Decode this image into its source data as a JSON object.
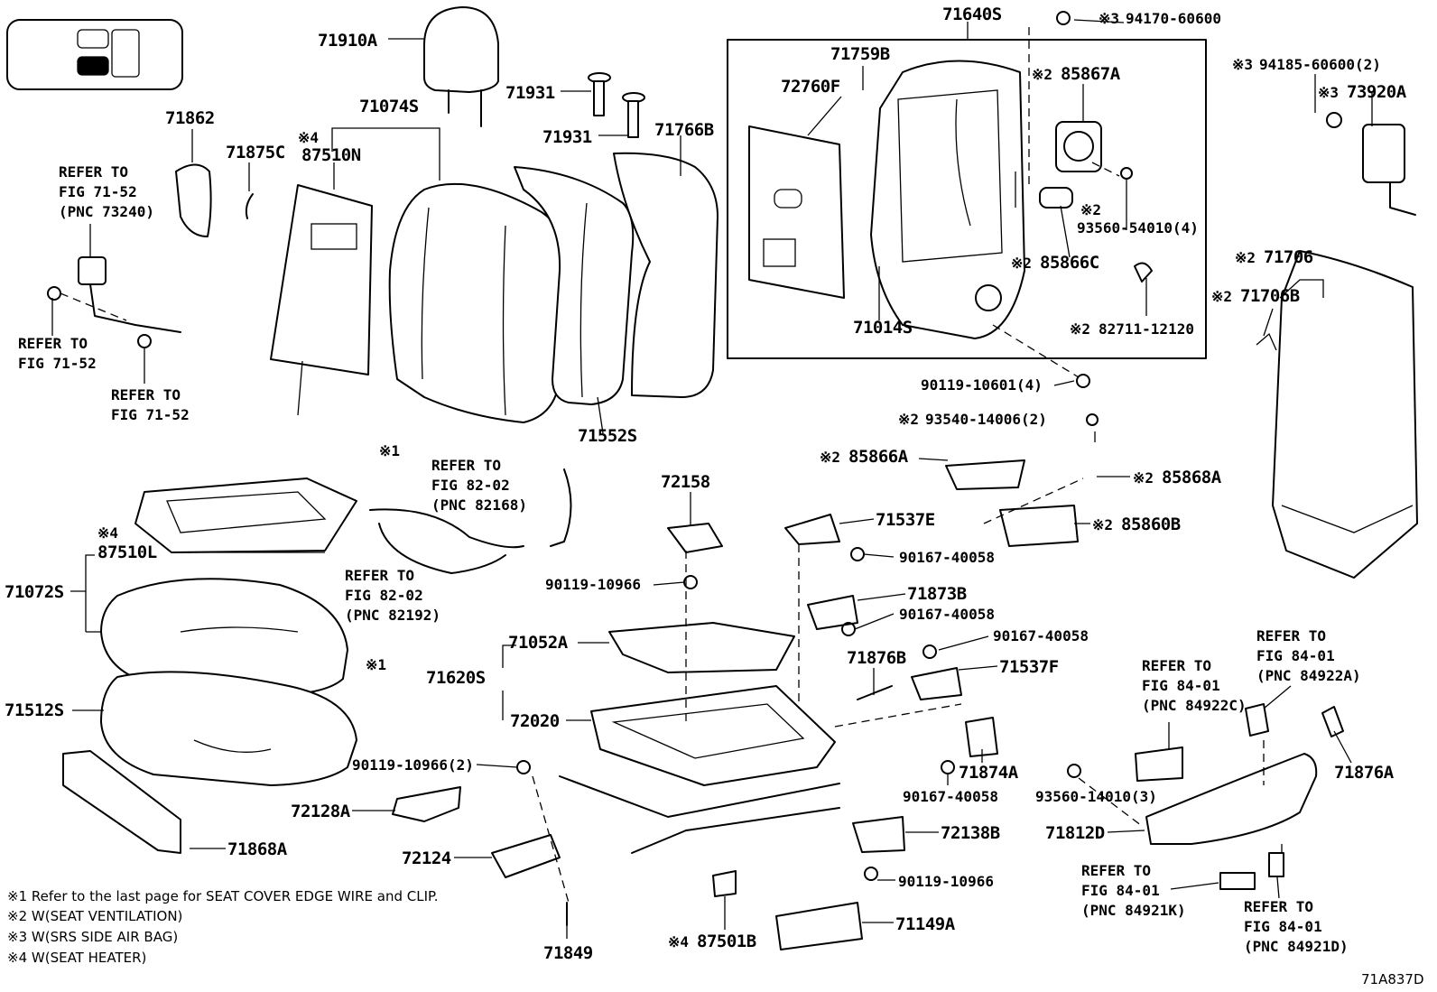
{
  "part_labels": {
    "p71910A": "71910A",
    "p71931a": "71931",
    "p71931b": "71931",
    "p71766B": "71766B",
    "p71074S": "71074S",
    "p87510N": "87510N",
    "p71862": "71862",
    "p71875C": "71875C",
    "p71552S": "71552S",
    "p71640S": "71640S",
    "p71759B": "71759B",
    "p72760F": "72760F",
    "p85867A": "85867A",
    "p85866C": "85866C",
    "p71014S": "71014S",
    "p73920A": "73920A",
    "p71706": "71706",
    "p71706B": "71706B",
    "p85866A": "85866A",
    "p85868A": "85868A",
    "p85860B": "85860B",
    "p72158": "72158",
    "p71537E": "71537E",
    "p71873B": "71873B",
    "p71876B": "71876B",
    "p71537F": "71537F",
    "p71874A": "71874A",
    "p87510L": "87510L",
    "p71072S": "71072S",
    "p71052A": "71052A",
    "p71620S": "71620S",
    "p72020": "72020",
    "p71512S": "71512S",
    "p72128A": "72128A",
    "p72124": "72124",
    "p71868A": "71868A",
    "p72138B": "72138B",
    "p71812D": "71812D",
    "p71876A": "71876A",
    "p71149A": "71149A",
    "p87501B": "87501B",
    "p71849": "71849"
  },
  "fastener_labels": {
    "f9417060600": "94170-60600",
    "f9418560600": "94185-60600(2)",
    "f9356054010": "93560-54010(4)",
    "f8271112120": "82711-12120",
    "f9011910601": "90119-10601(4)",
    "f9354014006": "93540-14006(2)",
    "f9016740058a": "90167-40058",
    "f9016740058b": "90167-40058",
    "f9016740058c": "90167-40058",
    "f9016740058d": "90167-40058",
    "f9011910966a": "90119-10966",
    "f9011910966b": "90119-10966(2)",
    "f9011910966c": "90119-10966",
    "f9356014010": "93560-14010(3)"
  },
  "marks": {
    "m1": "※1",
    "m2": "※2",
    "m3": "※3",
    "m4": "※4"
  },
  "references": {
    "r1": [
      "REFER TO",
      "FIG 71-52",
      "(PNC 73240)"
    ],
    "r2": [
      "REFER TO",
      "FIG 71-52"
    ],
    "r3": [
      "REFER TO",
      "FIG 71-52"
    ],
    "r4": [
      "REFER TO",
      "FIG 82-02",
      "(PNC 82168)"
    ],
    "r5": [
      "REFER TO",
      "FIG 82-02",
      "(PNC 82192)"
    ],
    "r6": [
      "REFER TO",
      "FIG 84-01",
      "(PNC 84922C)"
    ],
    "r7": [
      "REFER TO",
      "FIG 84-01",
      "(PNC 84922A)"
    ],
    "r8": [
      "REFER TO",
      "FIG 84-01",
      "(PNC 84921K)"
    ],
    "r9": [
      "REFER TO",
      "FIG 84-01",
      "(PNC 84921D)"
    ]
  },
  "footnotes": [
    "※1 Refer to the last page for SEAT COVER EDGE WIRE and CLIP.",
    "※2 W(SEAT VENTILATION)",
    "※3 W(SRS SIDE AIR BAG)",
    "※4 W(SEAT HEATER)"
  ],
  "figure_code": "71A837D"
}
